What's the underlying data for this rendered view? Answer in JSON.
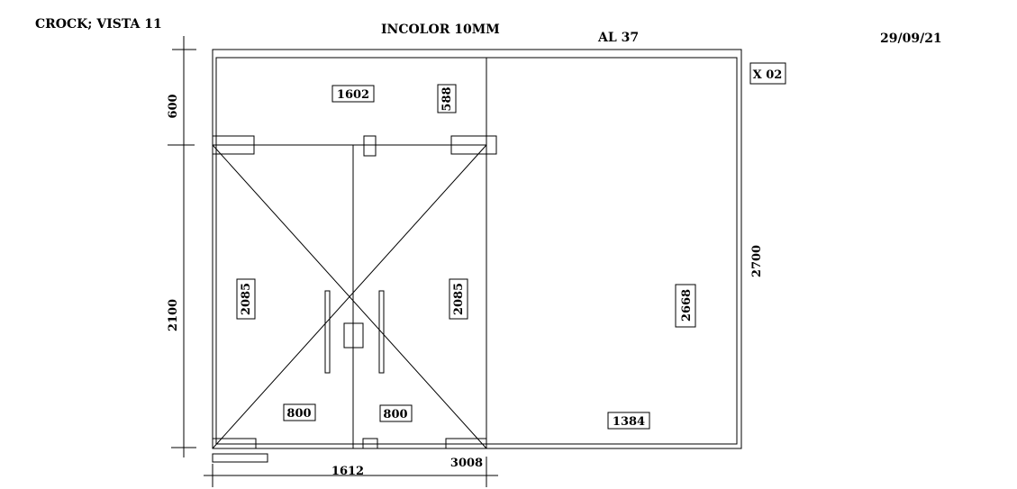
{
  "header": {
    "client": "CROCK; VISTA 11",
    "glass": "INCOLOR 10MM",
    "series": "AL 37",
    "date": "29/09/21",
    "quantity": "X 02"
  },
  "dimensions": {
    "top_height": "600",
    "door_height": "2100",
    "total_height": "2700",
    "transom_width": "1602",
    "transom_height": "588",
    "left_leaf_height": "2085",
    "right_leaf_height": "2085",
    "fixed_panel_height": "2668",
    "left_leaf_width": "800",
    "right_leaf_width": "800",
    "fixed_panel_width": "1384",
    "door_total_width": "1612",
    "overall_width": "3008"
  }
}
